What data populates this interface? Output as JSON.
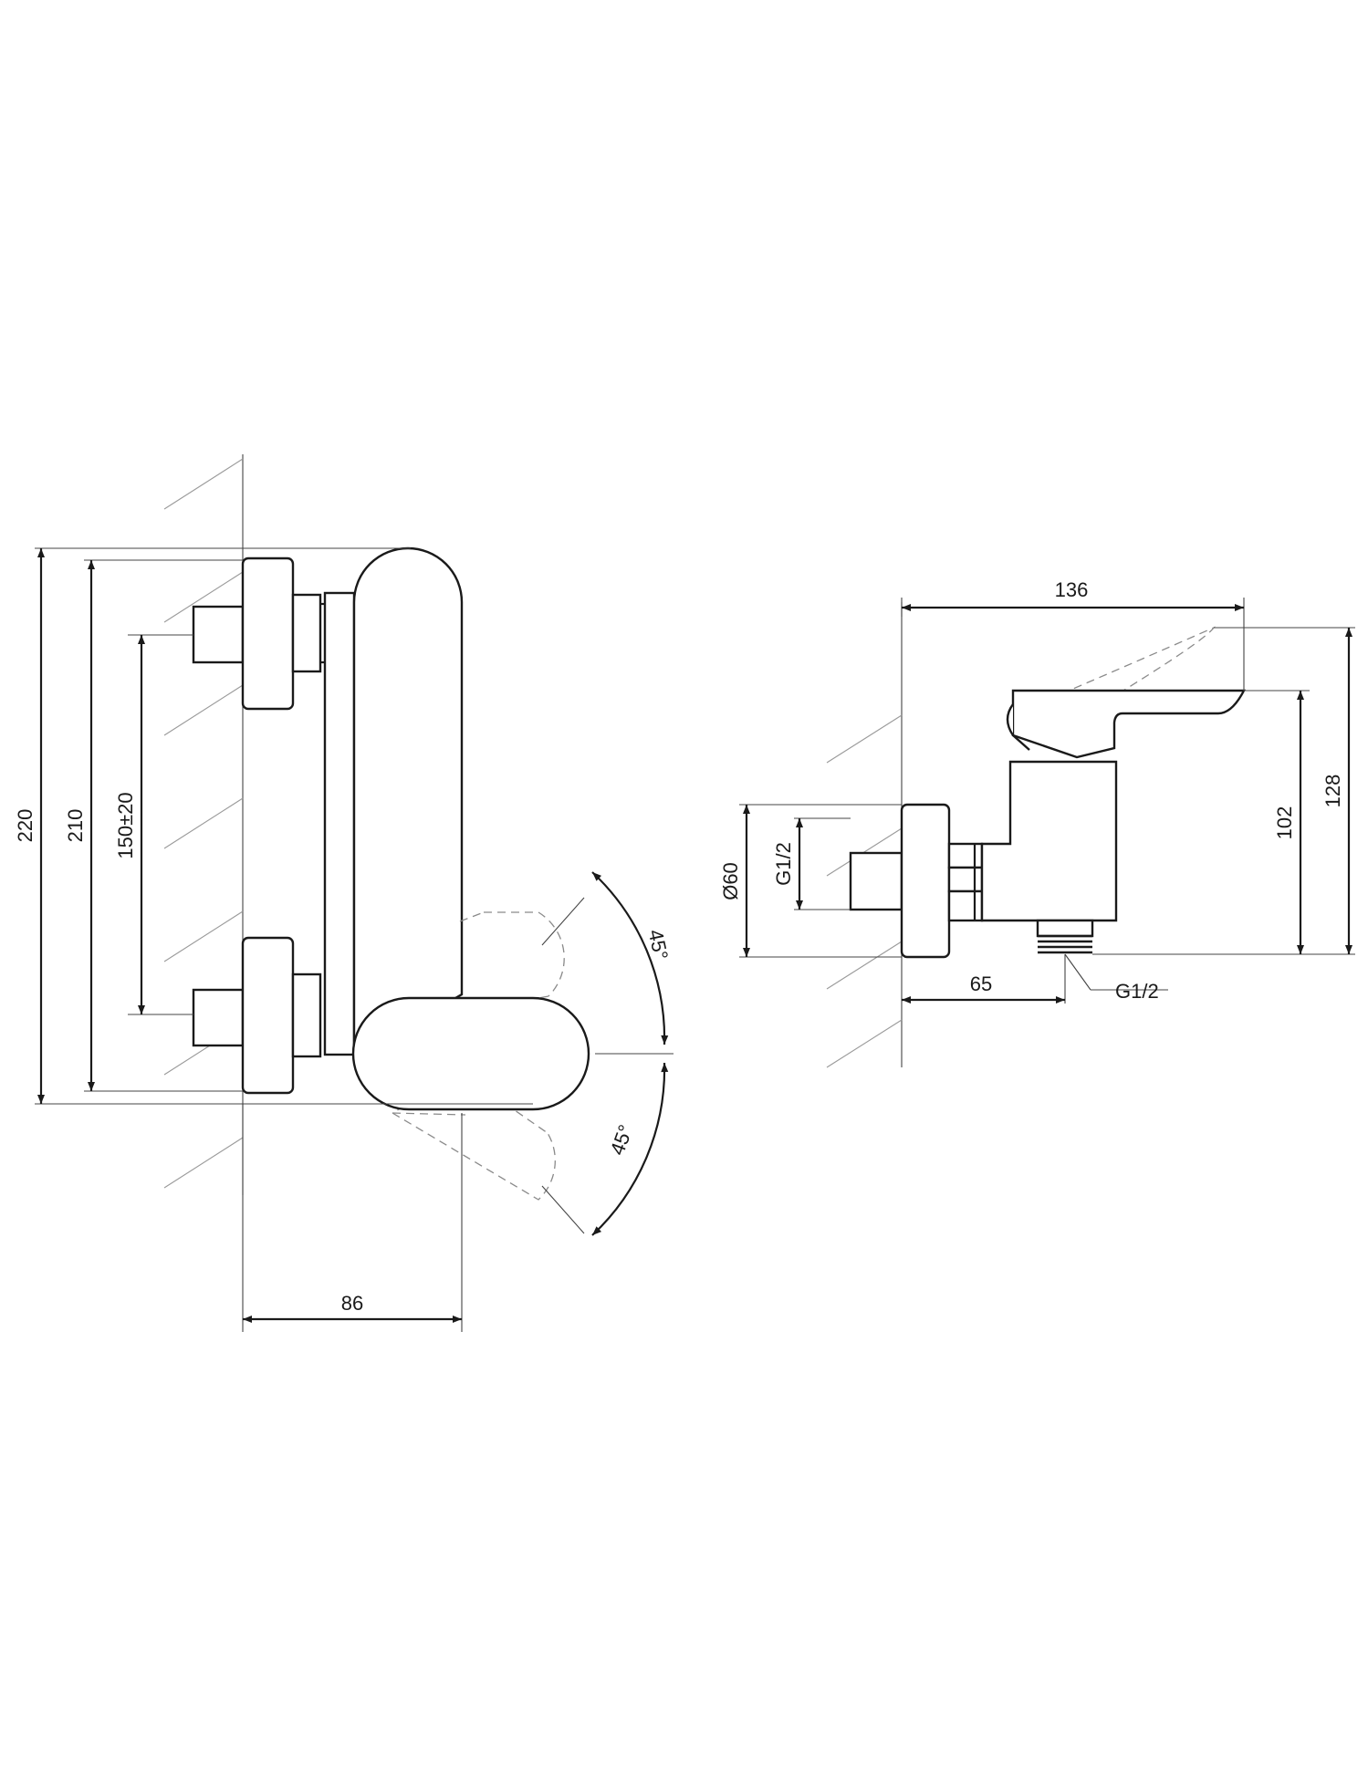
{
  "front_view": {
    "dim_height_overall": "220",
    "dim_height_body": "210",
    "dim_inlet_spacing": "150±20",
    "dim_depth": "86",
    "angle_up": "45°",
    "angle_down": "45°"
  },
  "side_view": {
    "dim_width": "136",
    "dim_height_handle": "128",
    "dim_height_body": "102",
    "dim_escutcheon_diameter": "Ø60",
    "dim_inlet_thread": "G1/2",
    "dim_outlet_offset": "65",
    "dim_outlet_thread": "G1/2"
  }
}
